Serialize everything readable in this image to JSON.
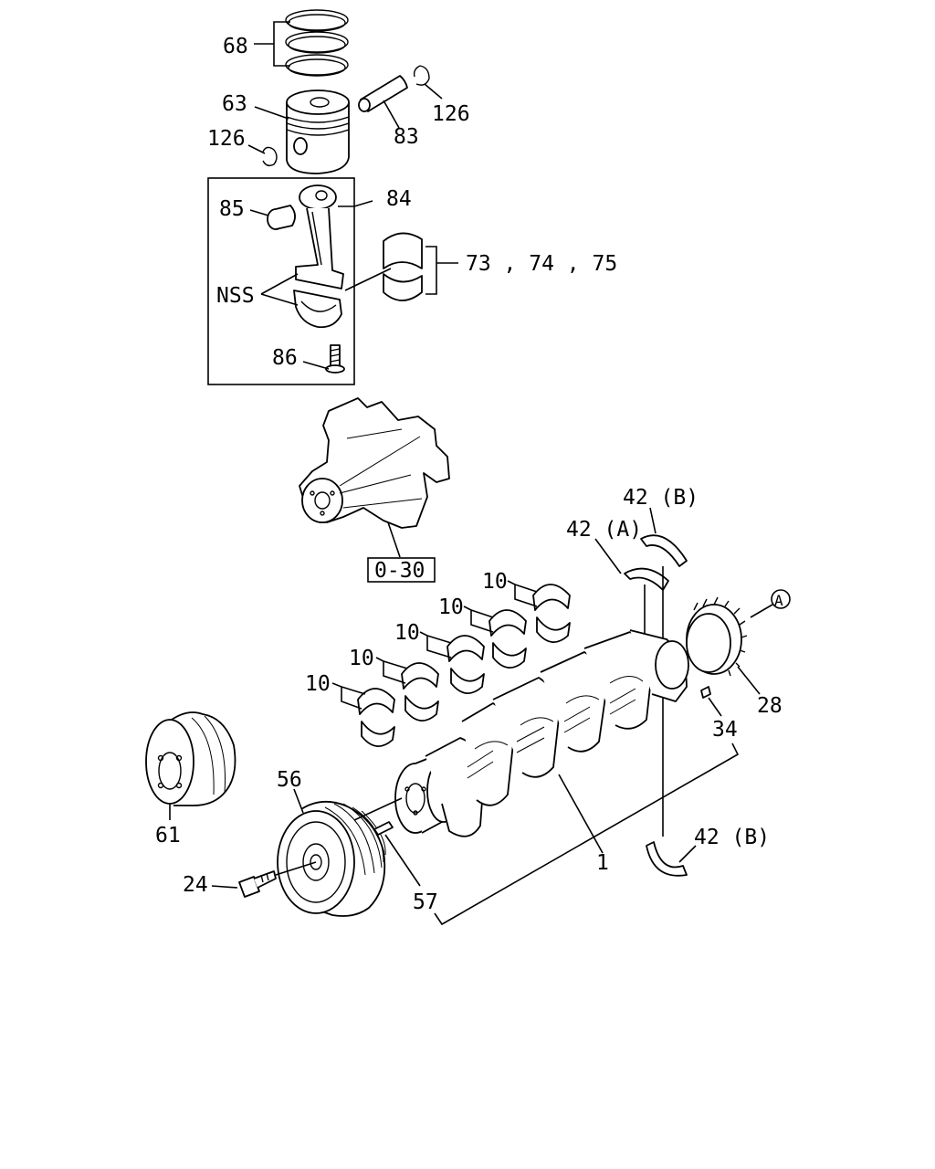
{
  "labels": {
    "ring_set": "68",
    "piston": "63",
    "piston_pin": "83",
    "snap_ring_right": "126",
    "snap_ring_left": "126",
    "con_rod_assembly": "84",
    "bushing": "85",
    "bearing_sets": "73 , 74 , 75",
    "nss": "NSS",
    "rod_bolt": "86",
    "reference_box": "0-30",
    "thrust_a": "42 (A)",
    "thrust_b_top": "42 (B)",
    "thrust_b_bottom": "42 (B)",
    "main_bearing_1": "10",
    "main_bearing_2": "10",
    "main_bearing_3": "10",
    "main_bearing_4": "10",
    "main_bearing_5": "10",
    "circle_ref": "A",
    "gear": "28",
    "dowel_pin": "34",
    "crankshaft": "1",
    "pulley_rear": "61",
    "pulley": "56",
    "pin": "57",
    "bolt": "24"
  }
}
